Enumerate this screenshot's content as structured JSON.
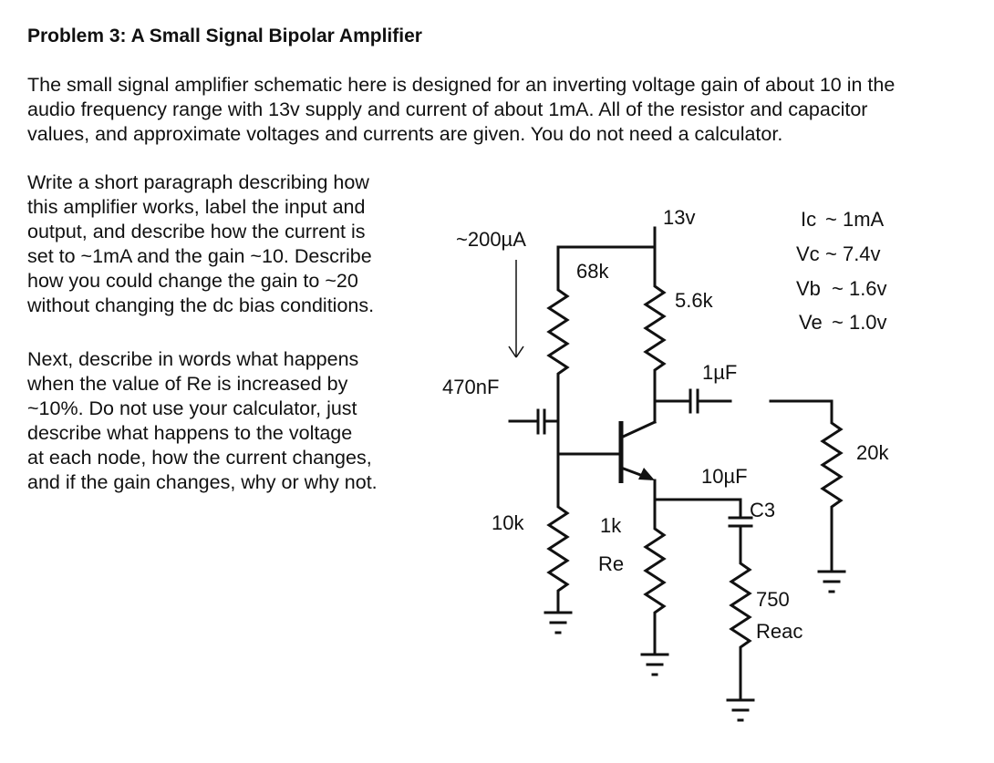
{
  "title": "Problem 3: A Small Signal Bipolar Amplifier",
  "intro_lines": [
    "The small signal amplifier schematic here is designed for an inverting voltage gain of about 10 in the",
    "audio frequency range with 13v supply and current of about 1mA.  All of the resistor and capacitor",
    "values, and approximate voltages and currents are given.  You do not need a calculator."
  ],
  "question1_lines": [
    "Write a short paragraph describing how",
    "this amplifier works, label the input and",
    "output, and describe how the current is",
    "set to ~1mA and the gain ~10.  Describe",
    "how you could change the gain to ~20",
    "without changing the dc bias conditions."
  ],
  "question2_lines": [
    "Next, describe in words what happens",
    "when the value of Re is increased by",
    "~10%.  Do not use your calculator, just",
    "describe what happens to the voltage",
    "at each node, how the current changes,",
    "and if the gain changes, why or why not."
  ],
  "schematic": {
    "supply": "13v",
    "divider_current": "~200µA",
    "r_top": "68k",
    "r_collector": "5.6k",
    "c_input": "470nF",
    "c_output": "1µF",
    "r_bottom": "10k",
    "r_emitter": "1k",
    "r_emitter_name": "Re",
    "c_bypass": "10µF",
    "c_bypass_name": "C3",
    "r_ac": "750",
    "r_ac_name": "Reac",
    "r_load": "20k",
    "values": [
      {
        "name": "Ic",
        "value": "~ 1mA"
      },
      {
        "name": "Vc",
        "value": "~ 7.4v"
      },
      {
        "name": "Vb",
        "value": "~ 1.6v"
      },
      {
        "name": "Ve",
        "value": "~ 1.0v"
      }
    ]
  }
}
